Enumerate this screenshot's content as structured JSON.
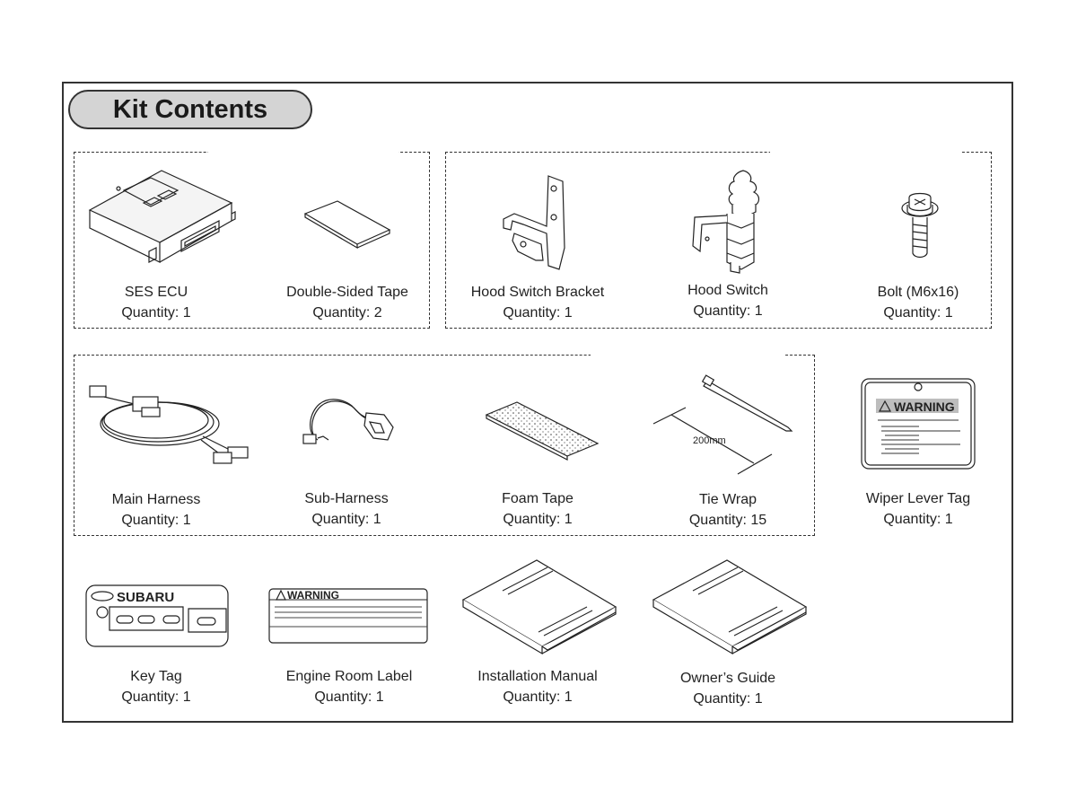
{
  "title": "Kit Contents",
  "items": [
    {
      "name": "SES ECU",
      "qty": "Quantity: 1"
    },
    {
      "name": "Double-Sided Tape",
      "qty": "Quantity: 2"
    },
    {
      "name": "Hood Switch Bracket",
      "qty": "Quantity: 1"
    },
    {
      "name": "Hood Switch",
      "qty": "Quantity: 1"
    },
    {
      "name": "Bolt (M6x16)",
      "qty": "Quantity: 1"
    },
    {
      "name": "Main Harness",
      "qty": "Quantity: 1"
    },
    {
      "name": "Sub-Harness",
      "qty": "Quantity: 1"
    },
    {
      "name": "Foam Tape",
      "qty": "Quantity: 1"
    },
    {
      "name": "Tie Wrap",
      "qty": "Quantity: 15"
    },
    {
      "name": "Wiper Lever Tag",
      "qty": "Quantity: 1"
    },
    {
      "name": "Key Tag",
      "qty": "Quantity: 1"
    },
    {
      "name": "Engine Room Label",
      "qty": "Quantity: 1"
    },
    {
      "name": "Installation Manual",
      "qty": "Quantity: 1"
    },
    {
      "name": "Owner’s Guide",
      "qty": "Quantity: 1"
    }
  ],
  "tie_wrap_dimension": "200mm",
  "wiper_tag_warning": "WARNING",
  "engine_label_warning": "WARNING",
  "key_tag_brand": "SUBARU"
}
